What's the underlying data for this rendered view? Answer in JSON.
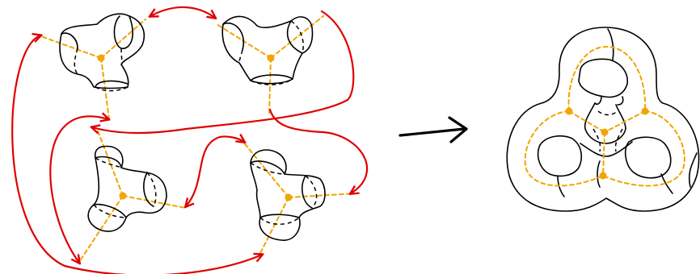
{
  "figure": {
    "description_free": true,
    "colors": {
      "ink": "#000000",
      "graph": "#f0a500",
      "gluing": "#e00000",
      "background": "#ffffff"
    },
    "left_panel": {
      "pieces": [
        {
          "id": "pants-1",
          "kind": "pair-of-pants"
        },
        {
          "id": "pants-2",
          "kind": "pair-of-pants"
        },
        {
          "id": "pants-3",
          "kind": "pair-of-pants"
        },
        {
          "id": "pants-4",
          "kind": "pair-of-pants"
        }
      ],
      "gluing_arrow_count": 6
    },
    "arrow": {
      "icon": "right-arrow-icon"
    },
    "right_panel": {
      "kind": "genus-3-surface-with-dual-graph",
      "graph_vertex_count": 4,
      "graph_edge_count": 6
    }
  }
}
